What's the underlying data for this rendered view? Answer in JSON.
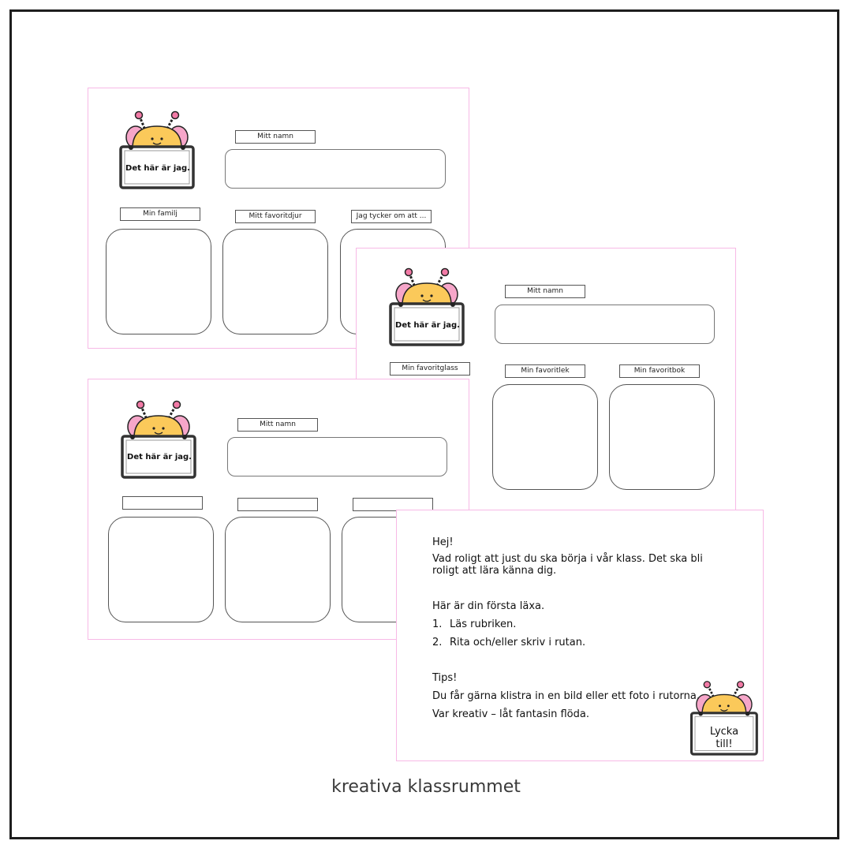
{
  "sheet_top_left": {
    "sign_text": "Det här är jag.",
    "name_label": "Mitt namn",
    "box_labels": [
      "Min familj",
      "Mitt favoritdjur",
      "Jag tycker om att ..."
    ]
  },
  "sheet_right": {
    "sign_text": "Det här är jag.",
    "name_label": "Mitt namn",
    "box_labels": [
      "Min favoritglass",
      "Min favoritlek",
      "Min favoritbok"
    ]
  },
  "sheet_bottom_left": {
    "sign_text": "Det här är jag.",
    "name_label": "Mitt namn",
    "box_labels": [
      "",
      "",
      ""
    ]
  },
  "letter": {
    "greeting": "Hej!",
    "intro": "Vad roligt att just du ska börja i vår klass. Det ska bli roligt att lära känna dig.",
    "homework_title": "Här är din första läxa.",
    "steps": [
      {
        "num": "1.",
        "text": "Läs rubriken."
      },
      {
        "num": "2.",
        "text": "Rita och/eller skriv i rutan."
      }
    ],
    "tips_title": "Tips!",
    "tip_1": "Du får gärna klistra in en bild eller ett foto i rutorna.",
    "tip_2": "Var kreativ – låt fantasin flöda.",
    "sign_line_1": "Lycka",
    "sign_line_2": "till!"
  },
  "brand": "kreativa klassrummet",
  "colors": {
    "sheet_border": "#f7b9e6",
    "bee_body": "#fbc95a",
    "bee_wing": "#f6a6c9",
    "frame": "#1e1e1e"
  }
}
